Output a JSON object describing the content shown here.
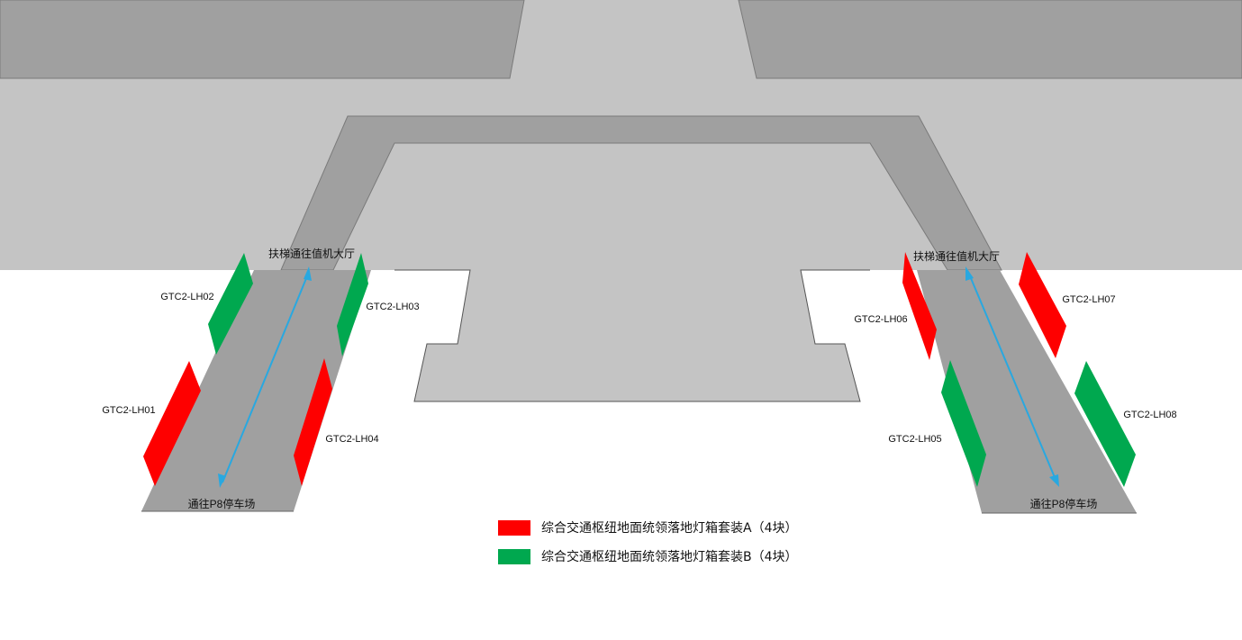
{
  "colors": {
    "set_a": "#fe0000",
    "set_b": "#00a84f",
    "arrow": "#29a8e0",
    "corridor": "#a0a0a0",
    "floor": "#c4c4c4"
  },
  "directions": {
    "to_checkin_left": "扶梯通往值机大厅",
    "to_checkin_right": "扶梯通往值机大厅",
    "to_p8_left": "通往P8停车场",
    "to_p8_right": "通往P8停车场"
  },
  "lightboxes": [
    {
      "id": "GTC2-LH01",
      "set": "A"
    },
    {
      "id": "GTC2-LH02",
      "set": "B"
    },
    {
      "id": "GTC2-LH03",
      "set": "B"
    },
    {
      "id": "GTC2-LH04",
      "set": "A"
    },
    {
      "id": "GTC2-LH05",
      "set": "B"
    },
    {
      "id": "GTC2-LH06",
      "set": "A"
    },
    {
      "id": "GTC2-LH07",
      "set": "A"
    },
    {
      "id": "GTC2-LH08",
      "set": "B"
    }
  ],
  "legend": [
    {
      "set": "A",
      "text": "综合交通枢纽地面统领落地灯箱套装A（4块）"
    },
    {
      "set": "B",
      "text": "综合交通枢纽地面统领落地灯箱套装B（4块）"
    }
  ]
}
